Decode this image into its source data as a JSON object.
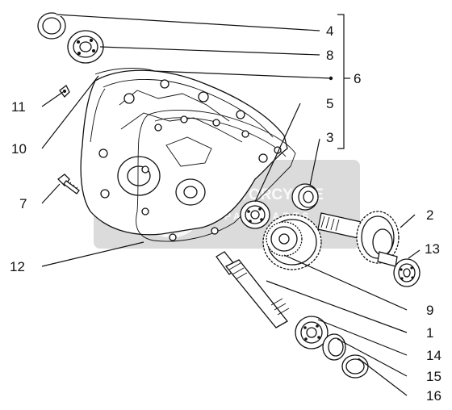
{
  "diagram": {
    "callouts": [
      {
        "id": "4",
        "label": "4"
      },
      {
        "id": "8",
        "label": "8"
      },
      {
        "id": "6",
        "label": "6"
      },
      {
        "id": "5",
        "label": "5"
      },
      {
        "id": "3",
        "label": "3"
      },
      {
        "id": "2",
        "label": "2"
      },
      {
        "id": "13",
        "label": "13"
      },
      {
        "id": "9",
        "label": "9"
      },
      {
        "id": "1",
        "label": "1"
      },
      {
        "id": "14",
        "label": "14"
      },
      {
        "id": "15",
        "label": "15"
      },
      {
        "id": "16",
        "label": "16"
      },
      {
        "id": "11",
        "label": "11"
      },
      {
        "id": "10",
        "label": "10"
      },
      {
        "id": "7",
        "label": "7"
      },
      {
        "id": "12",
        "label": "12"
      }
    ],
    "watermark": {
      "line1": "MOTORCYCLE",
      "line2": "SPAREPARTS"
    }
  }
}
